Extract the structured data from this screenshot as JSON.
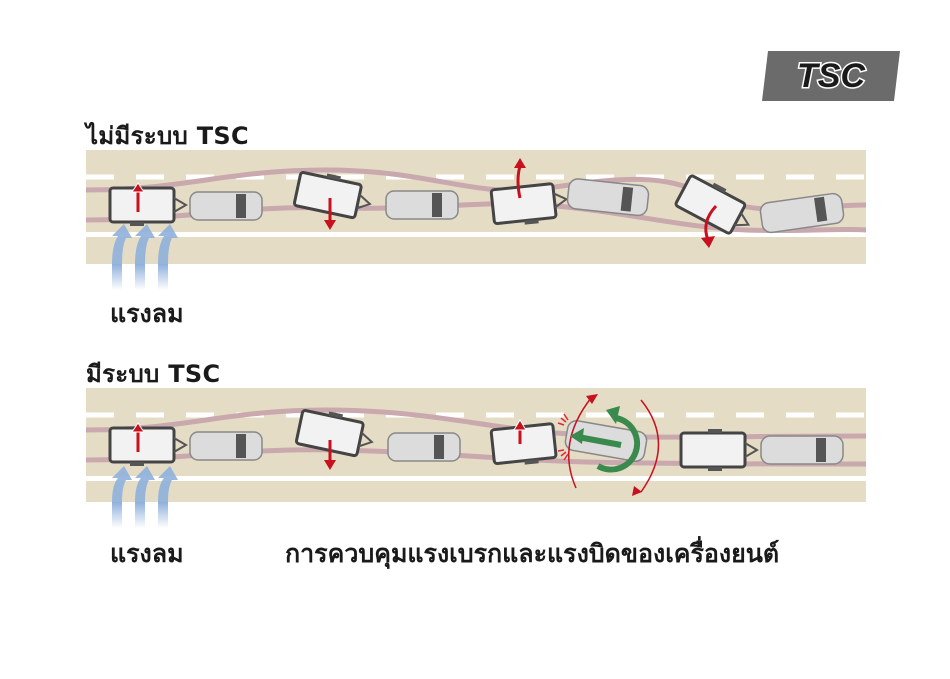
{
  "badge": {
    "text": "TSC",
    "background": "#6b6b6b",
    "text_color": "#1a1a1a"
  },
  "sections": [
    {
      "heading": "ไม่มีระบบ TSC",
      "wind_label": "แรงลม",
      "description": ""
    },
    {
      "heading": "มีระบบ TSC",
      "wind_label": "แรงลม",
      "description": "การควบคุมแรงเบรกและแรงบิดของเครื่องยนต์"
    }
  ],
  "colors": {
    "road": "#e5dcc6",
    "sway_path": "#c9a8ae",
    "lane_line": "#ffffff",
    "sway_arrow": "#c8101e",
    "control_arrow": "#3a8a4e",
    "wind_arrow": "#8fb0dc"
  }
}
